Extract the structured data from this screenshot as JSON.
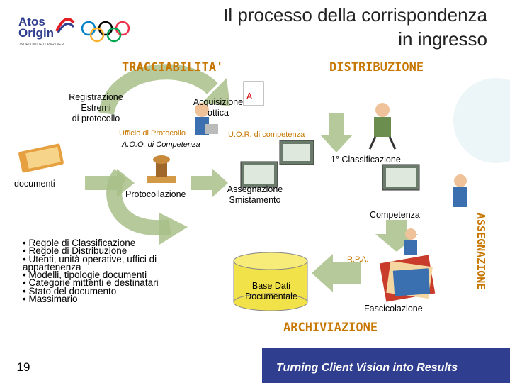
{
  "title": {
    "line1": "Il processo della corrispondenza",
    "line2": "in ingresso"
  },
  "logo": {
    "brand_line1": "Atos",
    "brand_line2": "Origin",
    "tagline": "WORLDWIDE IT PARTNER"
  },
  "headers": {
    "tracciabilita": "TRACCIABILITA'",
    "distribuzione": "DISTRIBUZIONE",
    "archiviazione": "ARCHIVIAZIONE",
    "assegnazione": "ASSEGNAZIONE"
  },
  "steps": {
    "registrazione": [
      "Registrazione",
      "Estremi",
      "di protocollo"
    ],
    "acquisizione": [
      "Acquisizione",
      "ottica"
    ],
    "ufficio_protocollo": "Ufficio di Protocollo",
    "aoo": "A.O.O. di Competenza",
    "uor": "U.O.R. di competenza",
    "classificazione": "1° Classificazione",
    "documenti": "documenti",
    "protocollazione": "Protocollazione",
    "assegnazione_sm": [
      "Assegnazione",
      "Smistamento"
    ],
    "competenza": "Competenza",
    "rpa": "R.P.A.",
    "base_dati": [
      "Base Dati",
      "Documentale"
    ],
    "fascicolazione": "Fascicolazione"
  },
  "bullets": [
    "• Regole di Classificazione",
    "• Regole di Distribuzione",
    "• Utenti, unità operative, uffici di",
    "appartenenza",
    "• Modelli, tipologie documenti",
    "• Categorie mittenti e destinatari",
    "• Stato del documento",
    "• Massimario"
  ],
  "footer": {
    "page_number": "19",
    "tagline": "Turning Client Vision into Results"
  },
  "colors": {
    "accent_orange": "#c77700",
    "footer_blue": "#2f3e8f",
    "arrow_green": "#8aa868",
    "cylinder_yellow": "#f2e24a"
  }
}
